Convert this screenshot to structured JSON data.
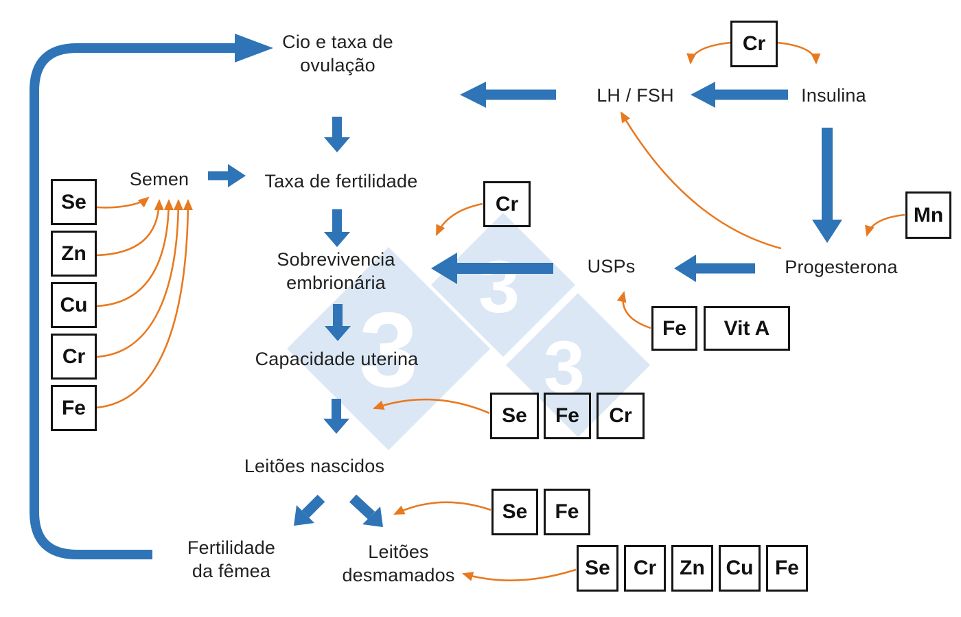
{
  "colors": {
    "flow_blue": "#2e74b6",
    "influence_orange": "#e8791f",
    "watermark_blue": "#dbe7f4",
    "text": "#212121",
    "box_border": "#141414"
  },
  "nodes": {
    "estrus": "Cio e taxa de\novulação",
    "lh_fsh": "LH / FSH",
    "insulin": "Insulina",
    "semen": "Semen",
    "fertility_rate": "Taxa de fertilidade",
    "embryo_survival": "Sobrevivencia\nembrionária",
    "usps": "USPs",
    "progesterone": "Progesterona",
    "uterine_capacity": "Capacidade uterina",
    "piglets_born": "Leitões nascidos",
    "female_fertility": "Fertilidade\nda fêmea",
    "weaned_piglets": "Leitões\ndesmamados"
  },
  "minerals": {
    "semen_boxes": [
      "Se",
      "Zn",
      "Cu",
      "Cr",
      "Fe"
    ],
    "gonadotropin_box": "Cr",
    "embryo_box": "Cr",
    "progesterone_box": "Mn",
    "usps_boxes": [
      "Fe",
      "Vit A"
    ],
    "uterine_boxes": [
      "Se",
      "Fe",
      "Cr"
    ],
    "born_boxes": [
      "Se",
      "Fe"
    ],
    "weaned_boxes": [
      "Se",
      "Cr",
      "Zn",
      "Cu",
      "Fe"
    ]
  },
  "watermark": {
    "digit": "3"
  },
  "blue_flow_edges": [
    "Fertilidade da fêmea → Cio e taxa de ovulação",
    "LH / FSH → Cio e taxa de ovulação",
    "Insulina → LH / FSH",
    "Insulina → Progesterona",
    "Progesterona → USPs",
    "USPs → Sobrevivencia embrionária",
    "Cio e taxa de ovulação → Taxa de fertilidade",
    "Semen → Taxa de fertilidade",
    "Taxa de fertilidade → Sobrevivencia embrionária",
    "Sobrevivencia embrionária → Capacidade uterina",
    "Capacidade uterina → Leitões nascidos",
    "Leitões nascidos → Fertilidade da fêmea",
    "Leitões nascidos → Leitões desmamados"
  ],
  "orange_influence_edges": [
    "Se/Zn/Cu/Cr/Fe → Semen",
    "Cr → LH / FSH",
    "Cr → Insulina",
    "Cr → Sobrevivencia embrionária",
    "Mn → Progesterona",
    "Fe → USPs",
    "Progesterona → LH / FSH",
    "Se → Capacidade uterina (com Fe, Cr)",
    "Se/Fe → Leitões nascidos",
    "Se/Cr/Zn/Cu/Fe → Leitões desmamados"
  ]
}
